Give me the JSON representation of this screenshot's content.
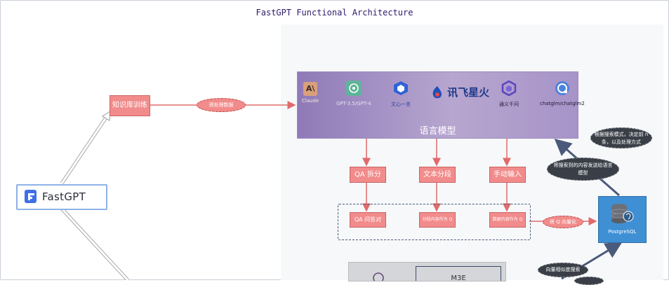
{
  "title": "FastGPT Functional Architecture",
  "fastgpt_label": "FastGPT",
  "knowledge_training": "知识库训练",
  "preprocess_data": "预处理数据",
  "llm_panel": {
    "label": "语言模型",
    "models": [
      {
        "name": "Claude",
        "caption": "Claude",
        "color": "#d4a27f"
      },
      {
        "name": "GPT",
        "caption": "GPT-3.5/GPT-4",
        "color": "#4fa48a"
      },
      {
        "name": "Wenxin",
        "caption": "文心一言",
        "color": "#2f5fd0"
      },
      {
        "name": "Xunfei",
        "caption": "讯飞星火",
        "color": "#1d4fb8"
      },
      {
        "name": "Tongyi",
        "caption": "通义千问",
        "color": "#6a4fc8"
      },
      {
        "name": "ChatGLM",
        "caption": "chatglm/chatglm2",
        "color": "#4a7fd8"
      }
    ]
  },
  "split_methods": [
    "QA 拆分",
    "文本分段",
    "手动输入"
  ],
  "split_results": [
    "QA 问答对",
    "分段内容作为 Q",
    "数据内容作为 Q"
  ],
  "vectorize_label": "将 Q 向量化",
  "postgres_label": "PostgreSQL",
  "search_mode_note": "根据搜索模式，决定前 n 条，以及处理方式",
  "send_to_llm_note": "将搜索到的内容发送给语言模型",
  "similarity_search_note": "向量相似度搜索",
  "m3e_label": "M3E"
}
